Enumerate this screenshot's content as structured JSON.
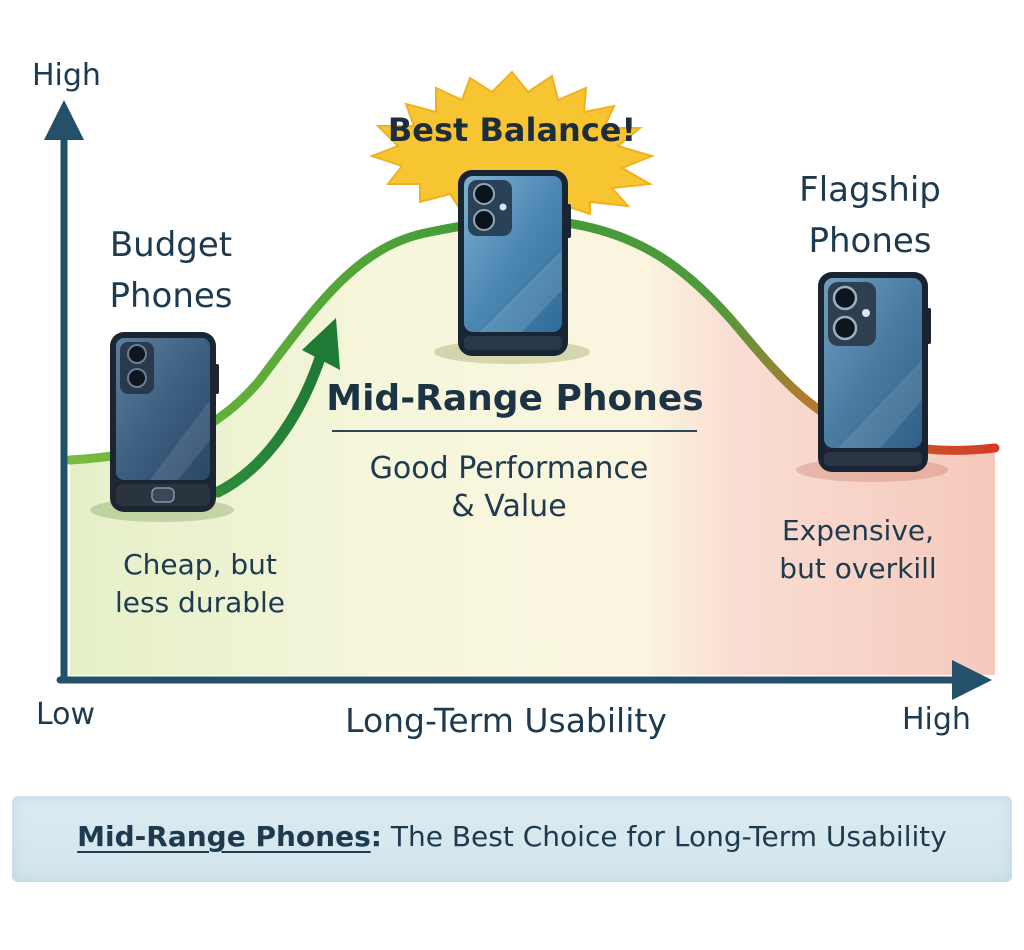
{
  "axes": {
    "y_high": "High",
    "x_low": "Low",
    "x_high": "High",
    "x_title": "Long-Term Usability"
  },
  "categories": {
    "budget": {
      "title_line1": "Budget",
      "title_line2": "Phones",
      "note_line1": "Cheap, but",
      "note_line2": "less durable"
    },
    "mid_range": {
      "badge": "Best Balance!",
      "title": "Mid-Range Phones",
      "note_line1": "Good Performance",
      "note_line2": "& Value"
    },
    "flagship": {
      "title_line1": "Flagship",
      "title_line2": "Phones",
      "note_line1": "Expensive,",
      "note_line2": "but overkill"
    }
  },
  "footer": {
    "emphasis": "Mid-Range Phones",
    "colon": ":",
    "rest": " The Best Choice for Long-Term Usability"
  },
  "colors": {
    "axis": "#24506a",
    "curve_green": "#3a9a3a",
    "curve_red": "#d5402c",
    "badge": "#f7c531",
    "phone_body": "#3d6f94"
  },
  "icons": [
    "phone-budget-icon",
    "phone-mid-range-icon",
    "phone-flagship-icon",
    "starburst-icon",
    "arrow-up-icon"
  ]
}
